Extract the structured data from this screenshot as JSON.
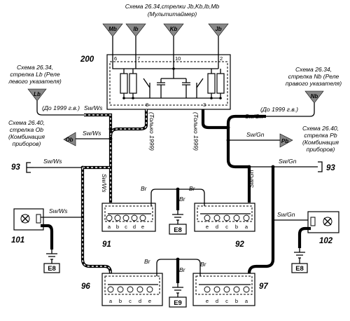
{
  "notes": {
    "top": "Схема 26.34,стрелки  Jb,Kb,Ib,Mb",
    "top_sub": "(Мультитаймер)",
    "left_lb": [
      "Схема 26.34,",
      "стрелка Lb (Реле",
      "левого указателя)"
    ],
    "right_nb": [
      "Схема 26.34,",
      "стрелка Nb (Реле",
      "правого указателя)"
    ],
    "left_ob": [
      "Схема 26.40,",
      "стрелка Ob",
      "(Комбинация",
      "приборов)"
    ],
    "right_pb": [
      "Схема 26.40,",
      "стрелка Pb",
      "(Комбинация",
      "приборов)"
    ],
    "until_1999": "(До 1999 г.в.)",
    "only_1999": "(Только 1999)"
  },
  "arrows": {
    "mb": "Mb",
    "ib": "Ib",
    "kb": "Kb",
    "jb": "Jb",
    "lb": "Lb",
    "nb": "Nb",
    "ob": "Ob",
    "pb": "Pb"
  },
  "components": {
    "c200": "200",
    "c93": "93",
    "c101": "101",
    "c102": "102",
    "c91": "91",
    "c92": "92",
    "c96": "96",
    "c97": "97"
  },
  "grounds": {
    "e8": "E8",
    "e9": "E9"
  },
  "wires": {
    "sw_ws": "Sw/Ws",
    "sw_gn": "Sw/Gn",
    "br": "Br"
  },
  "relay_pins": [
    "6",
    "7",
    "10",
    "2",
    "8",
    "3"
  ],
  "pins_left": [
    "a",
    "b",
    "c",
    "d",
    "e"
  ],
  "pins_right": [
    "e",
    "d",
    "c",
    "b",
    "a"
  ]
}
